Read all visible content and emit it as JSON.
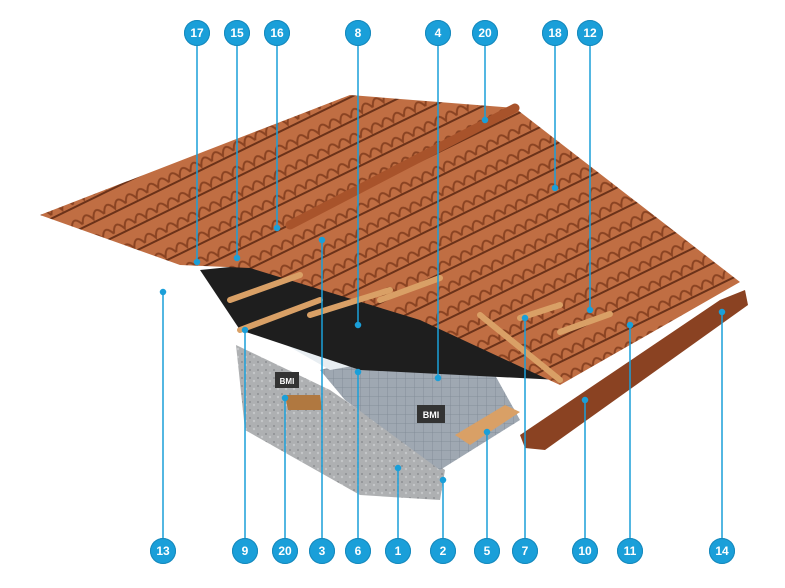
{
  "colors": {
    "callout": "#1a9fd9",
    "leader": "#1a9fd9",
    "tile": "#c8764a",
    "tile_dark": "#8e4a2a",
    "batten": "#d9a066",
    "membrane": "#1f1f1f",
    "board": "#9aa3ad",
    "deck": "#b8b8b8"
  },
  "callouts_top": [
    "17",
    "15",
    "16",
    "8",
    "4",
    "20",
    "18",
    "12"
  ],
  "callouts_bottom": [
    "13",
    "9",
    "20",
    "3",
    "6",
    "1",
    "2",
    "5",
    "7",
    "10",
    "11",
    "14"
  ],
  "brand_marks": [
    "BMI",
    "BMI"
  ]
}
